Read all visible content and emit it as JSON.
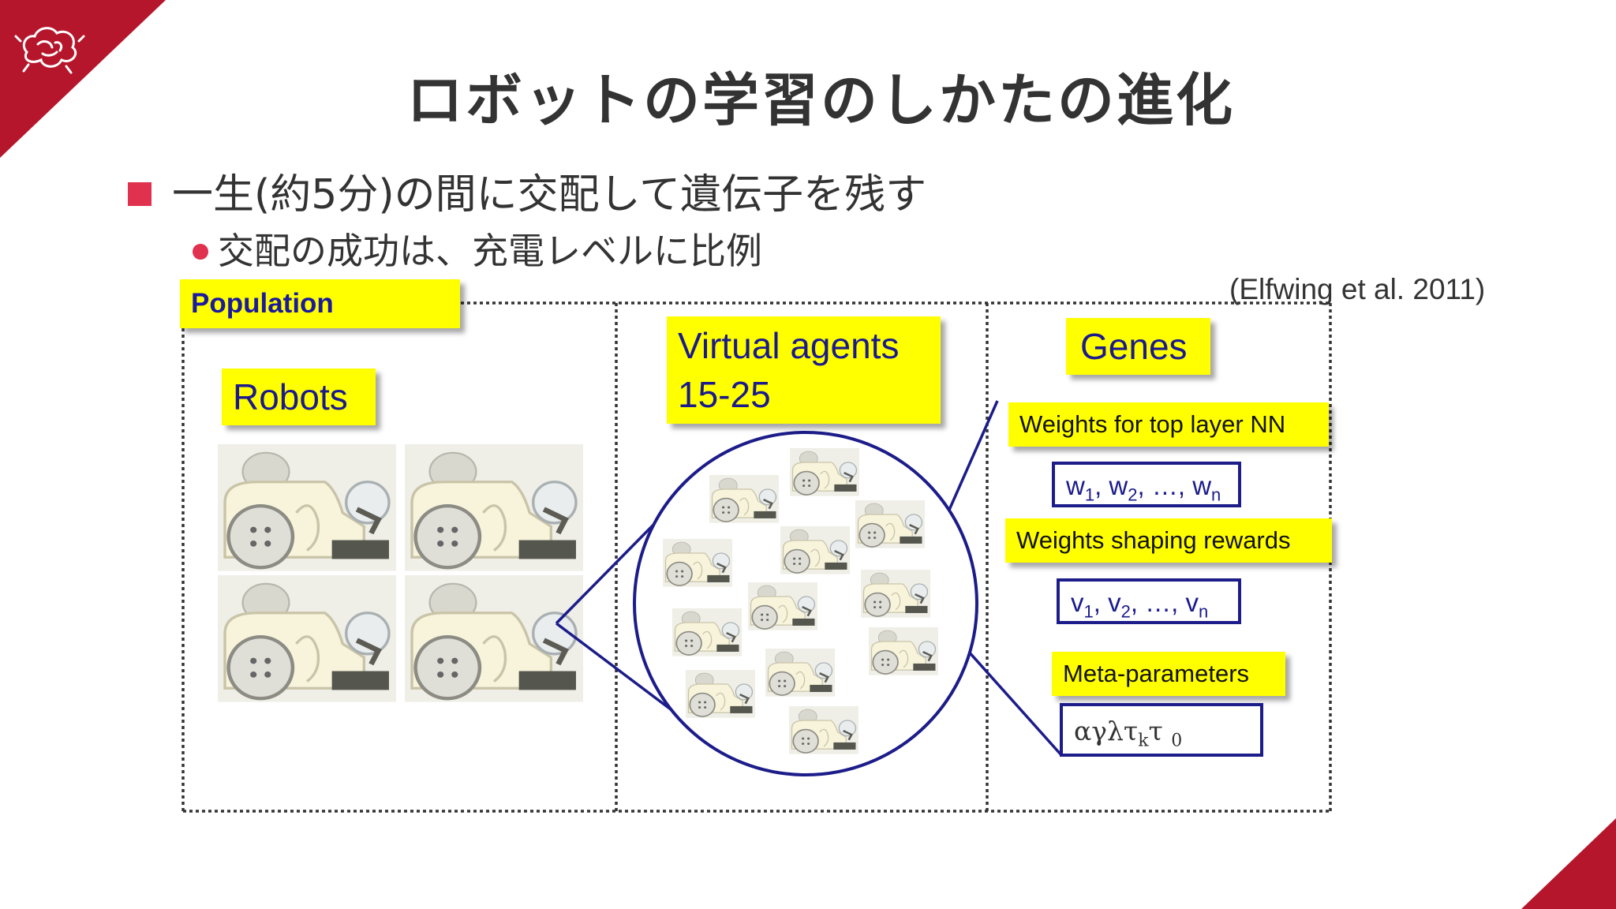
{
  "slide": {
    "title": "ロボットの学習のしかたの進化",
    "bullet_main": "一生(約5分)の間に交配して遺伝子を残す",
    "bullet_sub": "交配の成功は、充電レベルに比例",
    "citation": "(Elfwing et al. 2011)"
  },
  "diagram": {
    "population_label": "Population",
    "robots_label": "Robots",
    "virtual_agents_label_1": "Virtual agents",
    "virtual_agents_label_2": "15-25",
    "genes_label": "Genes",
    "weights_top_label": "Weights for top layer NN",
    "weights_top_values": "w",
    "weights_shaping_label": "Weights shaping rewards",
    "weights_shaping_values": "v",
    "meta_label": "Meta-parameters",
    "meta_values": "αγλτ",
    "meta_sub_k": "k",
    "meta_tail": "τ",
    "meta_sub_0": "0"
  },
  "colors": {
    "accent_red": "#b5162b",
    "bullet_pink": "#e0314f",
    "label_yellow": "#ffff00",
    "label_text_navy": "#1a1a8c",
    "circle_navy": "#1c1c8a"
  }
}
